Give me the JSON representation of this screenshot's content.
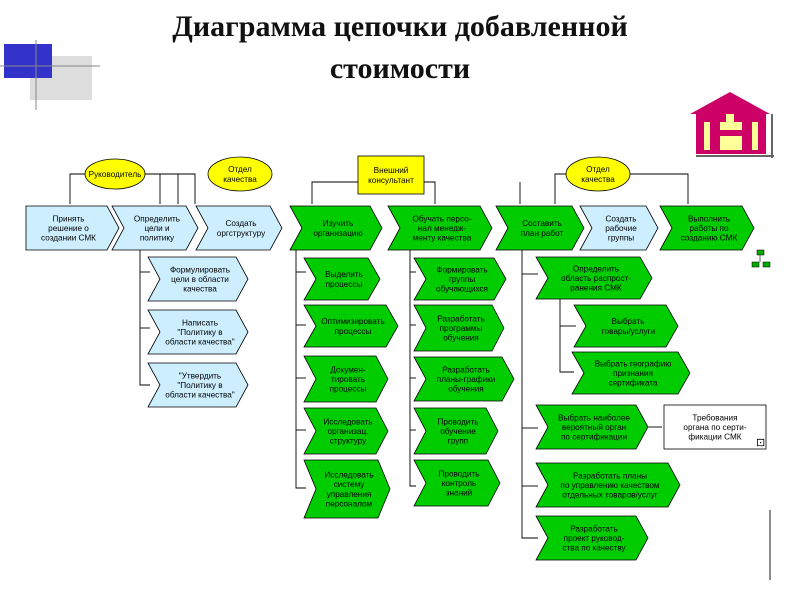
{
  "title": "Диаграмма цепочки добавленной стоимости",
  "colors": {
    "green": "#00cc00",
    "cyan": "#cceeff",
    "yellow": "#ffff00",
    "blue": "#3333cc",
    "magenta": "#cc0066"
  },
  "roles": {
    "manager": [
      "Руководитель"
    ],
    "quality_dept_1": [
      "Отдел",
      "качества"
    ],
    "external_consultant": [
      "Внешний",
      "консультант"
    ],
    "quality_dept_2": [
      "Отдел",
      "качества"
    ]
  },
  "chain": {
    "c1": [
      "Принять",
      "решение о",
      "создании СМК"
    ],
    "c2": [
      "Определить",
      "цели и",
      "политику"
    ],
    "c3": [
      "Создать",
      "оргструктуру"
    ],
    "c4": [
      "Изучить",
      "организацию"
    ],
    "c5": [
      "Обучать персо-",
      "нал менедж-",
      "менту качества"
    ],
    "c6": [
      "Составить",
      "план работ"
    ],
    "c7": [
      "Создать",
      "рабочие",
      "группы"
    ],
    "c8": [
      "Выполнить",
      "работы по",
      "созданию СМК"
    ]
  },
  "subtasks": {
    "s1": [
      "Формулировать",
      "цели в области",
      "качества"
    ],
    "s2": [
      "Написать",
      "\"Политику в",
      "области качества\""
    ],
    "s3": [
      "\"Утвердить",
      "\"Политику в",
      "области качества\""
    ],
    "s4": [
      "Выделить",
      "процессы"
    ],
    "s5": [
      "Оптимизировать",
      "процессы"
    ],
    "s6": [
      "Докумен-",
      "тировать",
      "процессы"
    ],
    "s7": [
      "Исследовать",
      "организац.",
      "структуру"
    ],
    "s8": [
      "Исследовать",
      "систему",
      "управления",
      "персоналом"
    ],
    "s9": [
      "Формировать",
      "группы",
      "обучающихся"
    ],
    "s10": [
      "Разработать",
      "программы",
      "обучения"
    ],
    "s11": [
      "Разработать",
      "планы-графики",
      "обучения"
    ],
    "s12": [
      "Проводить",
      "обучение",
      "групп"
    ],
    "s13": [
      "Проводить",
      "контроль",
      "знаний"
    ],
    "s14": [
      "Определить",
      "область распрост-",
      "ранения СМК"
    ],
    "s15": [
      "Выбрать",
      "товары/услуги"
    ],
    "s16": [
      "Выбрать географию",
      "признания",
      "сертификата"
    ],
    "s17": [
      "Выбрать наиболее",
      "вероятный орган",
      "по сертификации"
    ],
    "s18": [
      "Разработать планы",
      "по управлению качеством",
      "отдельных товаров/услуг"
    ],
    "s19": [
      "Разработать",
      "проект руковод-",
      "ства по качеству"
    ]
  },
  "document": [
    "Требования",
    "органа по серти-",
    "фикации СМК"
  ]
}
